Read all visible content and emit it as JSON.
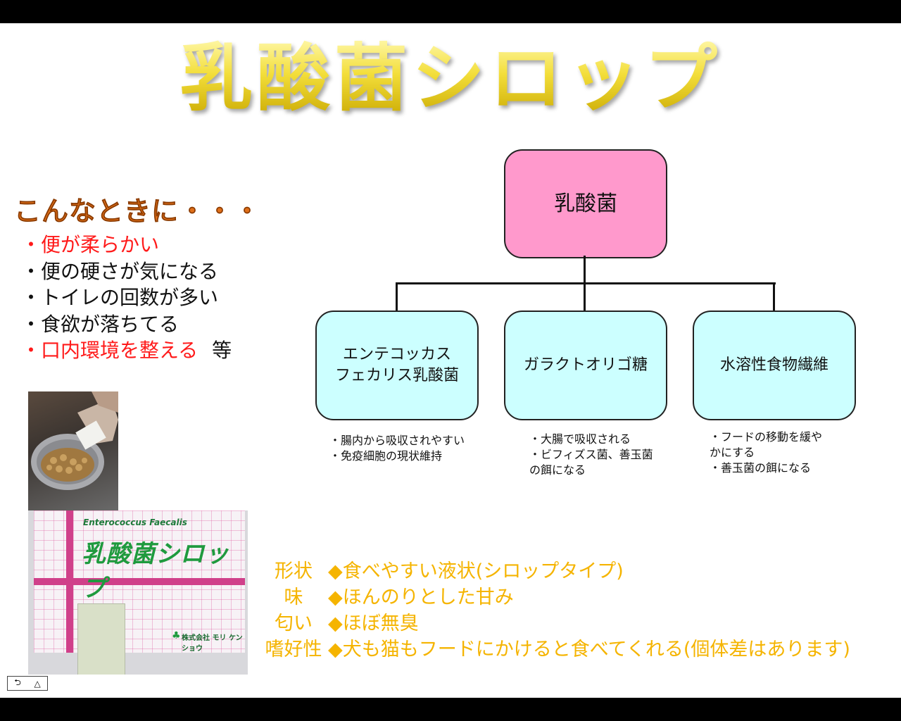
{
  "title": "乳酸菌シロップ",
  "when_heading": "こんなときに・・・",
  "bullets": [
    {
      "text": "・便が柔らかい",
      "red": true
    },
    {
      "text": "・便の硬さが気になる",
      "red": false
    },
    {
      "text": "・トイレの回数が多い",
      "red": false
    },
    {
      "text": "・食欲が落ちてる",
      "red": false
    },
    {
      "text": "・口内環境を整える",
      "red": true,
      "tail": "等"
    }
  ],
  "chart": {
    "root": "乳酸菌",
    "children": [
      {
        "label": "エンテコッカス\nフェカリス乳酸菌",
        "notes": [
          "・腸内から吸収されやすい",
          "・免疫細胞の現状維持"
        ]
      },
      {
        "label": "ガラクトオリゴ糖",
        "notes": [
          "・大腸で吸収される",
          "・ビフィズス菌、善玉菌",
          "の餌になる"
        ]
      },
      {
        "label": "水溶性食物繊維",
        "notes": [
          "・フードの移動を緩や",
          "かにする",
          "・善玉菌の餌になる"
        ]
      }
    ]
  },
  "package": {
    "label": "Enterococcus Faecalis",
    "name": "乳酸菌シロップ",
    "maker": "株式会社 モリ ケンショウ"
  },
  "specs": [
    {
      "key": "形状",
      "desc": "◆食べやすい液状(シロップタイプ)"
    },
    {
      "key": "味",
      "desc": "◆ほんのりとした甘み"
    },
    {
      "key": "匂い",
      "desc": "◆ほぼ無臭"
    },
    {
      "key": "嗜好性",
      "desc": "◆犬も猫もフードにかけると食べてくれる(個体差はあります)"
    }
  ],
  "colors": {
    "root_fill": "#ff99cc",
    "child_fill": "#ccffff",
    "spec_text": "#f5b400",
    "highlight": "#ff1a1a"
  },
  "nav": {
    "icon": "return-icon",
    "icon2": "up-triangle-icon"
  }
}
